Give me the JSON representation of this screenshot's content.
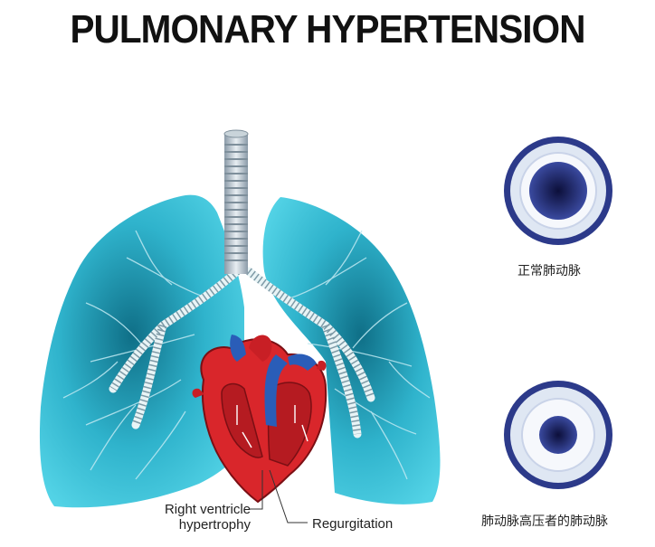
{
  "title": "PULMONARY HYPERTENSION",
  "labels": {
    "rv_line1": "Right ventricle",
    "rv_line2": "hypertrophy",
    "regurgitation": "Regurgitation"
  },
  "arteries": {
    "normal_label": "正常肺动脉",
    "hypertension_label": "肺动脉高压者的肺动脉"
  },
  "colors": {
    "lung": "#3ec6dc",
    "lung_dark": "#0e6f86",
    "artery_outer": "#2c3a8a",
    "artery_inner": "#1d2462",
    "heart_red": "#d9262b",
    "vessel_blue": "#2a5db8"
  }
}
